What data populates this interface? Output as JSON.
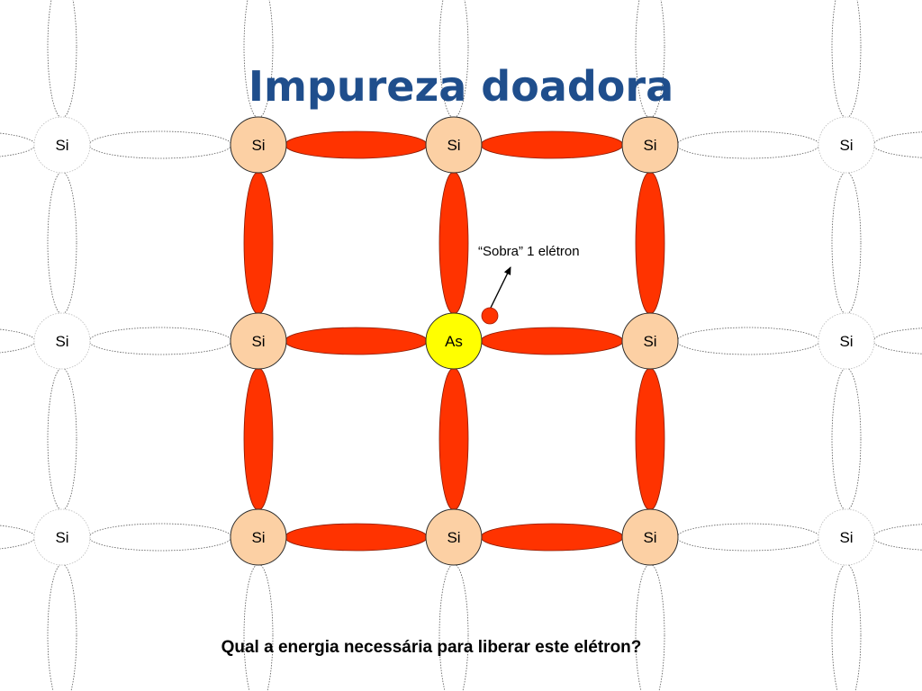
{
  "slide": {
    "title": "Impureza doadora",
    "annotation": "“Sobra” 1 elétron",
    "question": "Qual a energia necessária para liberar este elétron?"
  },
  "lattice": {
    "rows": [
      [
        "Si",
        "Si",
        "Si",
        "Si",
        "Si"
      ],
      [
        "Si",
        "Si",
        "As",
        "Si",
        "Si"
      ],
      [
        "Si",
        "Si",
        "Si",
        "Si",
        "Si"
      ]
    ],
    "impurity": "As",
    "host": "Si"
  },
  "colors": {
    "title": "#1f4e8c",
    "bond": "#ff3300",
    "host_atom_fill": "#fcd0a4",
    "impurity_atom_fill": "#ffff00",
    "outer_stroke": "#555555"
  }
}
